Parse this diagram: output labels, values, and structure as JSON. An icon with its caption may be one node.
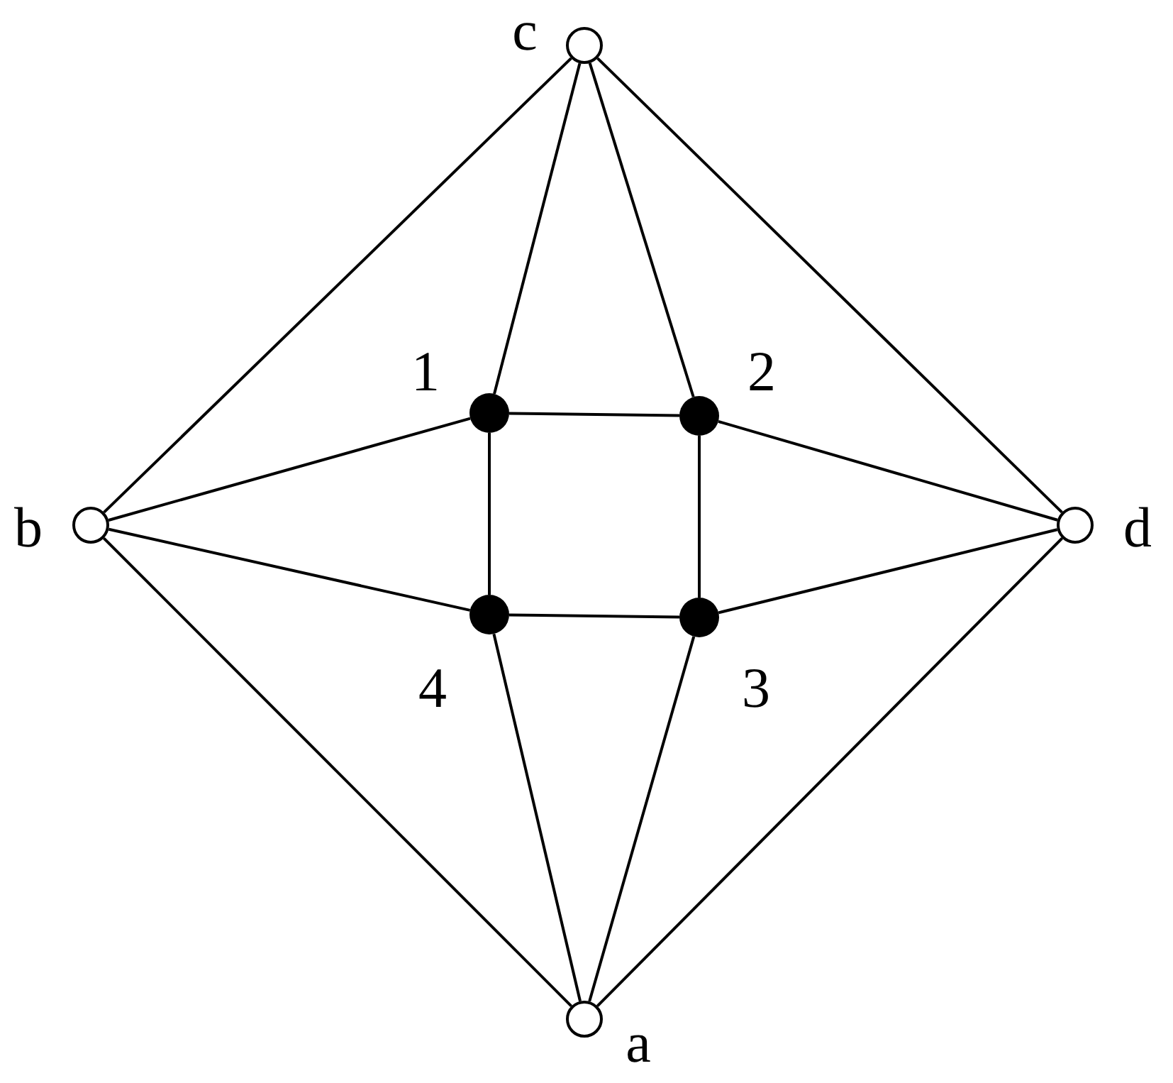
{
  "diagram": {
    "nodes": [
      {
        "text": [],
        "shape": "circle",
        "beside": [
          "c"
        ]
      },
      {
        "text": [],
        "shape": "dot",
        "beside": [
          "1"
        ]
      },
      {
        "text": [],
        "shape": "dot",
        "beside": [
          "2"
        ]
      },
      {
        "text": [],
        "shape": "circle",
        "beside": [
          "b"
        ]
      },
      {
        "text": [],
        "shape": "circle",
        "beside": [
          "d"
        ]
      },
      {
        "text": [],
        "shape": "dot",
        "beside": [
          "4"
        ]
      },
      {
        "text": [],
        "shape": "dot",
        "beside": [
          "3"
        ]
      },
      {
        "text": [],
        "shape": "circle",
        "beside": [
          "a"
        ]
      }
    ],
    "edges": [
      {
        "from": 0,
        "to": 3,
        "arrow": "none"
      },
      {
        "from": 0,
        "to": 4,
        "arrow": "none"
      },
      {
        "from": 0,
        "to": 1,
        "arrow": "none"
      },
      {
        "from": 0,
        "to": 2,
        "arrow": "none"
      },
      {
        "from": 3,
        "to": 1,
        "arrow": "none"
      },
      {
        "from": 3,
        "to": 5,
        "arrow": "none"
      },
      {
        "from": 3,
        "to": 7,
        "arrow": "none"
      },
      {
        "from": 4,
        "to": 2,
        "arrow": "none"
      },
      {
        "from": 4,
        "to": 6,
        "arrow": "none"
      },
      {
        "from": 4,
        "to": 7,
        "arrow": "none"
      },
      {
        "from": 7,
        "to": 5,
        "arrow": "none"
      },
      {
        "from": 7,
        "to": 6,
        "arrow": "none"
      },
      {
        "from": 1,
        "to": 2,
        "arrow": "none"
      },
      {
        "from": 2,
        "to": 6,
        "arrow": "none"
      },
      {
        "from": 6,
        "to": 5,
        "arrow": "none"
      },
      {
        "from": 5,
        "to": 1,
        "arrow": "none"
      }
    ]
  }
}
